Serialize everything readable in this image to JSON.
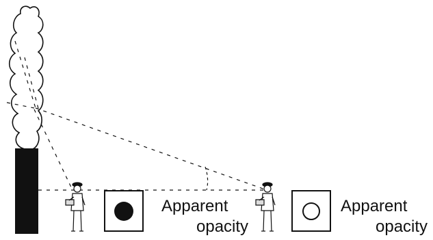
{
  "labels": {
    "observer_near": {
      "line1": "Apparent",
      "line2": "opacity"
    },
    "observer_far": {
      "line1": "Apparent",
      "line2": "opacity"
    }
  },
  "icons": {
    "plume": "smoke-plume-icon",
    "stack": "smokestack-icon",
    "observer": "observer-person-icon",
    "target_dark": "dark-opacity-indicator-icon",
    "target_light": "light-opacity-indicator-icon"
  },
  "colors": {
    "ink": "#111111",
    "background": "#ffffff"
  }
}
